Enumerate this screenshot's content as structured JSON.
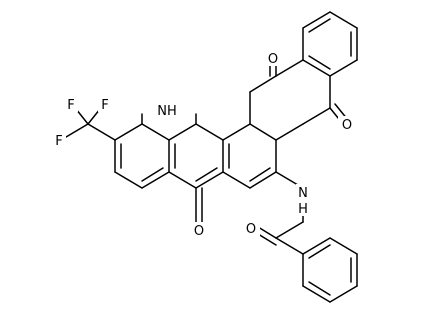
{
  "figure": {
    "kind": "chemical structure",
    "line_color": "#000000",
    "background": "#ffffff"
  },
  "atoms": {
    "o_top": "O",
    "o_quinone_right": "O",
    "o_bottom": "O",
    "o_amide": "O",
    "nh_ring": "NH",
    "nh_amide": "N",
    "h_amide": "H",
    "f1": "F",
    "f2": "F",
    "f3": "F"
  }
}
